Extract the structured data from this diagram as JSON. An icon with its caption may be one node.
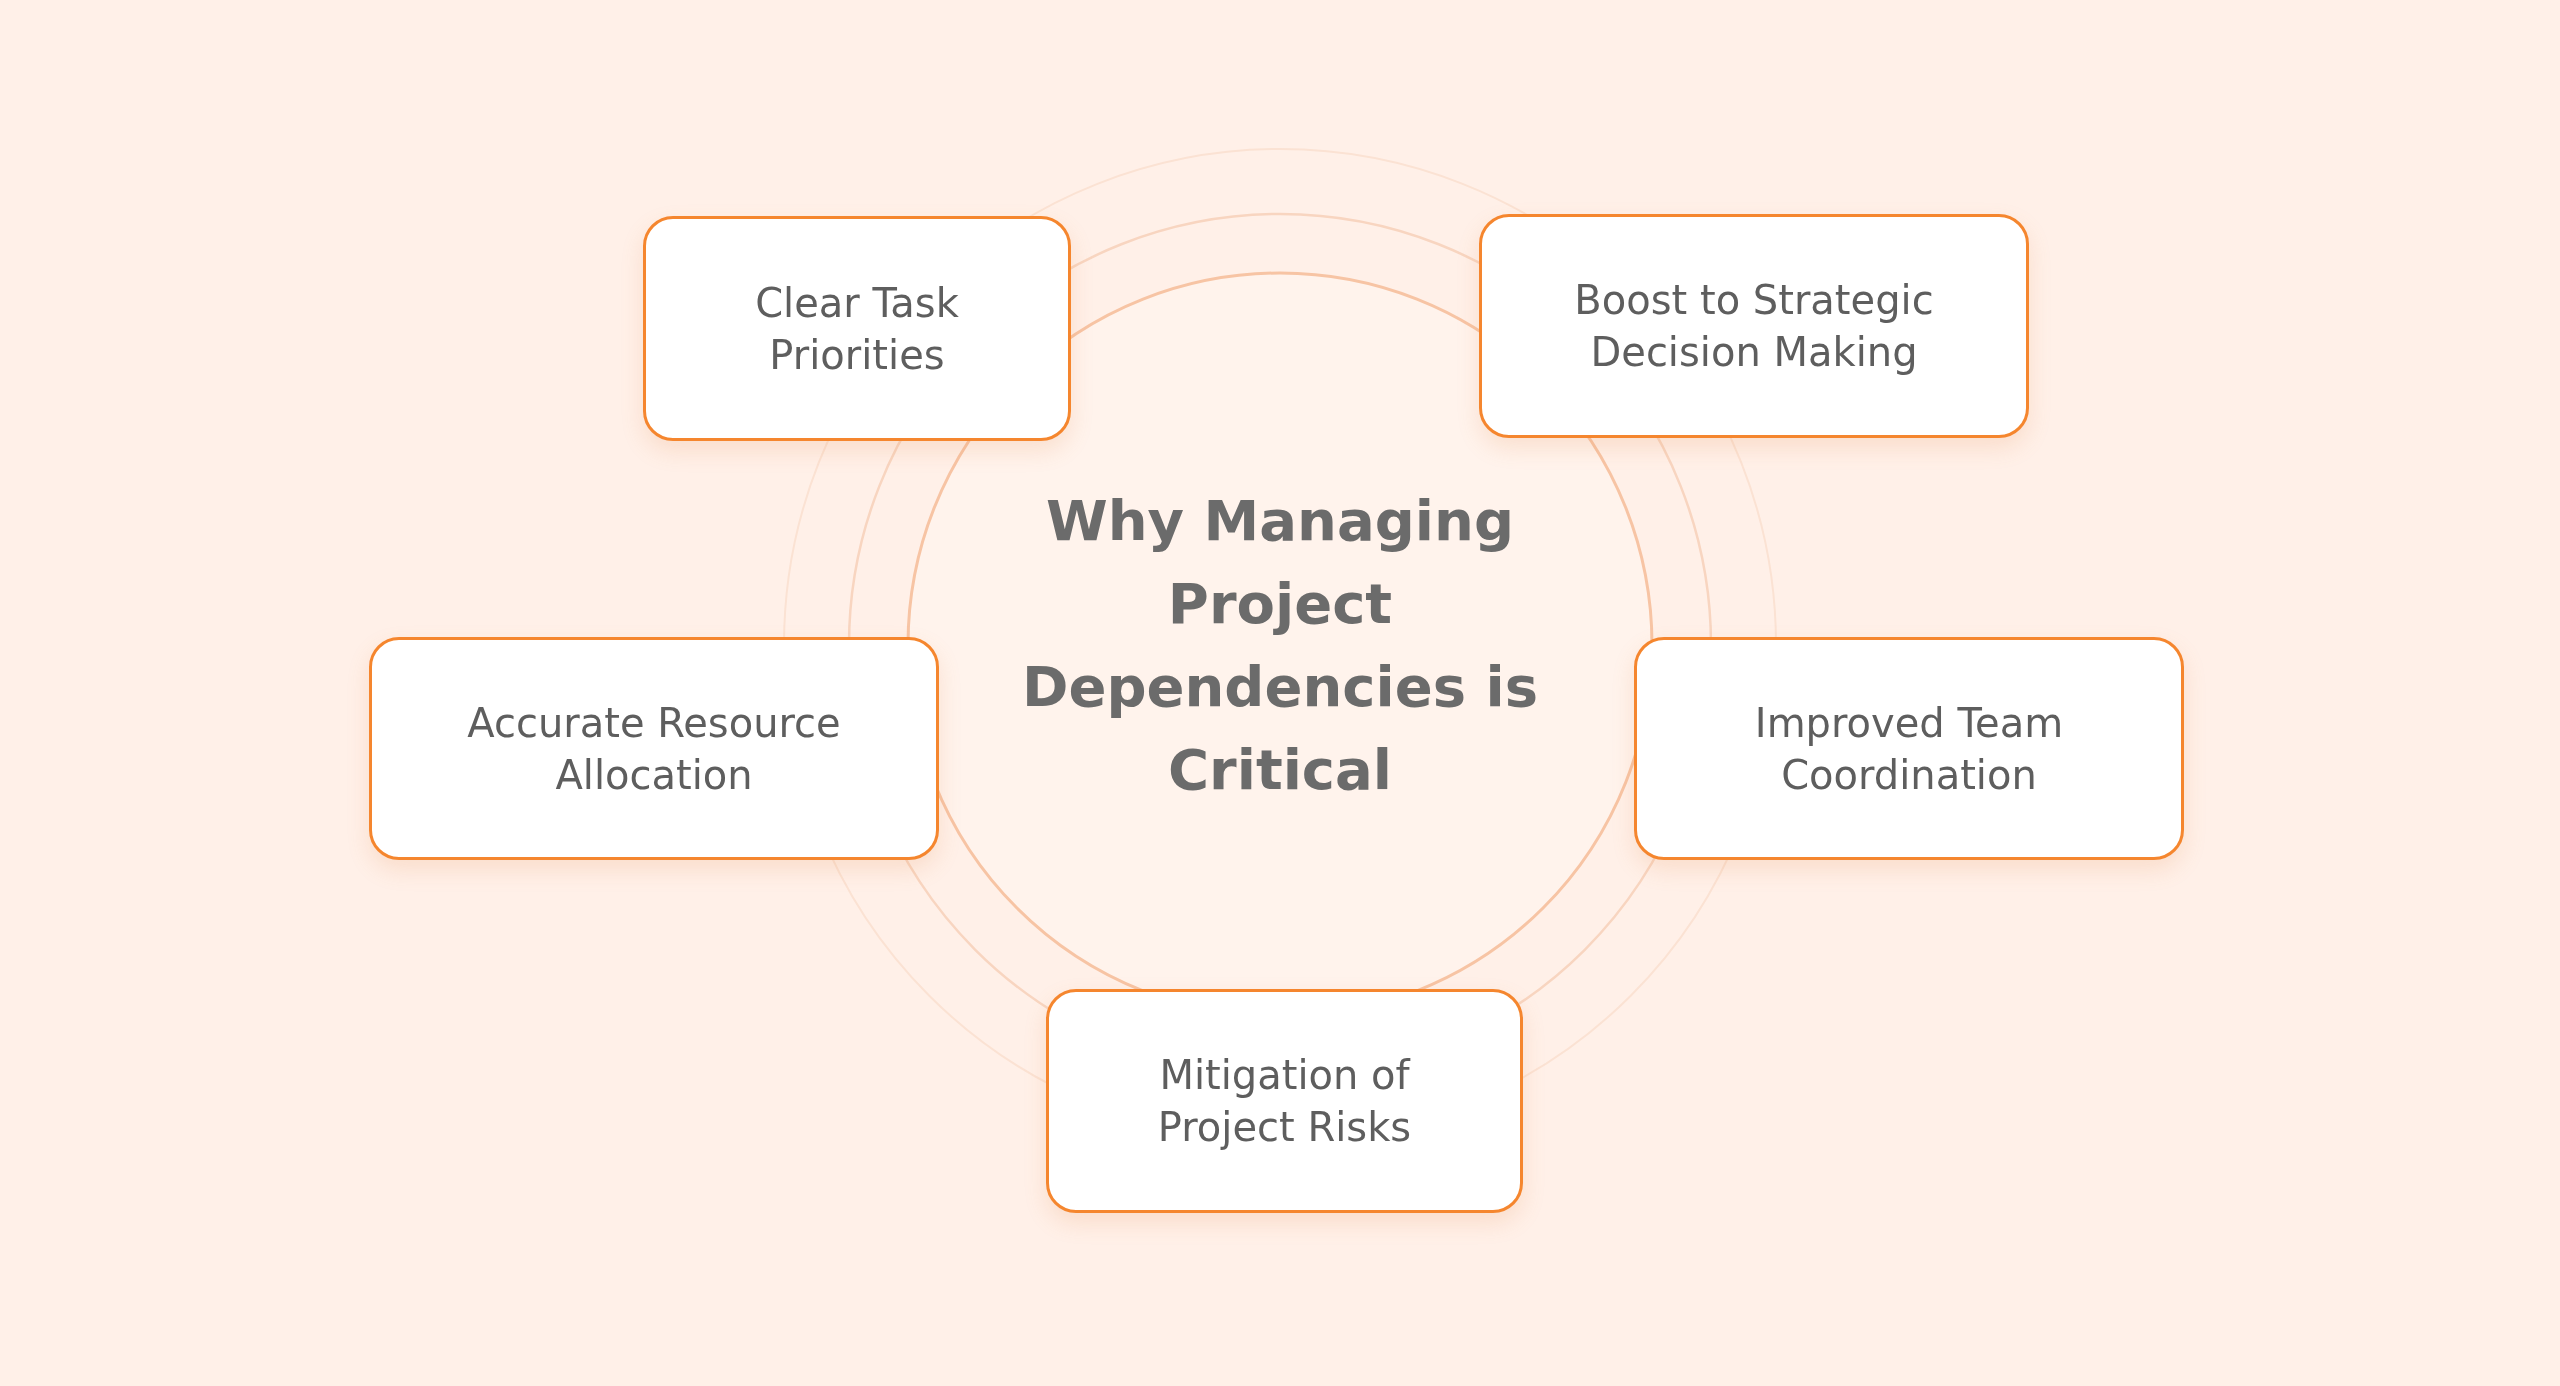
{
  "diagram": {
    "title": "Why Managing Project Dependencies is Critical",
    "nodes": [
      {
        "text": [
          "Clear Task Priorities"
        ]
      },
      {
        "text": [
          "Boost to Strategic Decision Making"
        ]
      },
      {
        "text": [
          "Accurate Resource Allocation"
        ]
      },
      {
        "text": [
          "Improved Team Coordination"
        ]
      },
      {
        "text": [
          "Mitigation of Project Risks"
        ]
      }
    ]
  }
}
